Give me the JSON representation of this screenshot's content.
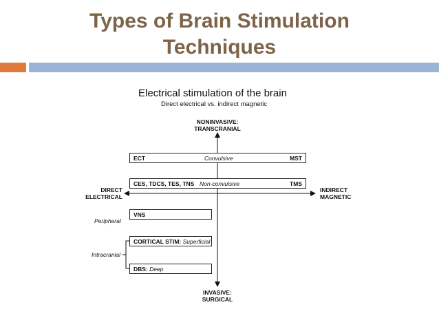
{
  "slide": {
    "title_line1": "Types of Brain Stimulation",
    "title_line2": "Techniques"
  },
  "diagram": {
    "title": "Electrical stimulation of the brain",
    "subtitle": "Direct electrical vs. indirect magnetic",
    "axis": {
      "top_line1": "NONINVASIVE:",
      "top_line2": "TRANSCRANIAL",
      "bottom_line1": "INVASIVE:",
      "bottom_line2": "SURGICAL",
      "left_line1": "DIRECT",
      "left_line2": "ELECTRICAL",
      "right_line1": "INDIRECT",
      "right_line2": "MAGNETIC"
    },
    "boxes": {
      "convulsive": {
        "left": "ECT",
        "middle": "Convulsive",
        "right": "MST"
      },
      "nonconvulsive": {
        "left": "CES, TDCS, TES, TNS",
        "middle": "Non-convulsive",
        "right": "TMS"
      },
      "vns": {
        "label": "VNS"
      },
      "cortical": {
        "label": "CORTICAL STIM:",
        "detail": "Superficial"
      },
      "dbs": {
        "label": "DBS:",
        "detail": "Deep"
      }
    },
    "side_labels": {
      "peripheral": "Peripheral",
      "intracranial": "Intracranial"
    }
  },
  "colors": {
    "title": "#7d6448",
    "accent_orange": "#e07a3c",
    "accent_blue": "#99b4d4"
  }
}
